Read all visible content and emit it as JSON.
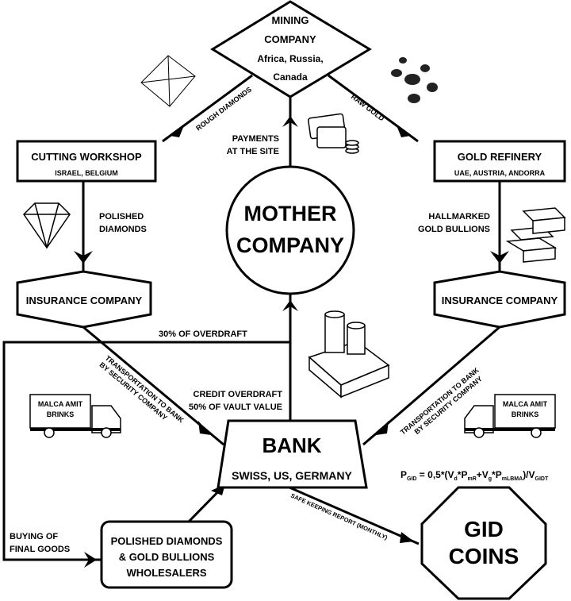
{
  "nodes": {
    "mining": {
      "line1": "MINING",
      "line2": "COMPANY",
      "line3": "Africa, Russia,",
      "line4": "Canada"
    },
    "cutting": {
      "title": "CUTTING WORKSHOP",
      "sub": "ISRAEL, BELGIUM"
    },
    "refinery": {
      "title": "GOLD REFINERY",
      "sub": "UAE, AUSTRIA, ANDORRA"
    },
    "mother": {
      "line1": "MOTHER",
      "line2": "COMPANY"
    },
    "insurance_left": {
      "title": "INSURANCE COMPANY"
    },
    "insurance_right": {
      "title": "INSURANCE COMPANY"
    },
    "bank": {
      "title": "BANK",
      "sub": "SWISS, US, GERMANY"
    },
    "wholesalers": {
      "line1": "POLISHED DIAMONDS",
      "line2": "& GOLD BULLIONS",
      "line3": "WHOLESALERS"
    },
    "gid": {
      "line1": "GID",
      "line2": "COINS"
    }
  },
  "edges": {
    "rough_diamonds": "ROUGH DIAMONDS",
    "raw_gold": "RAW GOLD",
    "payments": {
      "line1": "PAYMENTS",
      "line2": "AT THE SITE"
    },
    "polished": {
      "line1": "POLISHED",
      "line2": "DIAMONDS"
    },
    "hallmarked": {
      "line1": "HALLMARKED",
      "line2": "GOLD BULLIONS"
    },
    "overdraft30": "30% OF OVERDRAFT",
    "credit": {
      "line1": "CREDIT OVERDRAFT",
      "line2": "50% OF VAULT VALUE"
    },
    "transport_left": {
      "line1": "TRANSPORTATION TO BANK",
      "line2": "BY SECURITY COMPANY"
    },
    "transport_right": {
      "line1": "TRANSPORTATION TO BANK",
      "line2": "BY SECURITY COMPANY"
    },
    "safe_keeping": "SAFE KEEPING REPORT (MONTHLY)",
    "buying": {
      "line1": "BUYING OF",
      "line2": "FINAL GOODS"
    }
  },
  "trucks": {
    "left": {
      "line1": "MALCA AMIT",
      "line2": "BRINKS"
    },
    "right": {
      "line1": "MALCA AMIT",
      "line2": "BRINKS"
    }
  },
  "formula": {
    "p": "P",
    "p_sub": "GID",
    "eq": " = 0,5*(V",
    "vd_sub": "d",
    "mul1": "*P",
    "pmr_sub": "mR",
    "plus": "+V",
    "vg_sub": "g",
    "mul2": "*P",
    "plbma_sub": "mLBMA",
    "div": ")/V",
    "vgidt_sub": "GIDT"
  }
}
